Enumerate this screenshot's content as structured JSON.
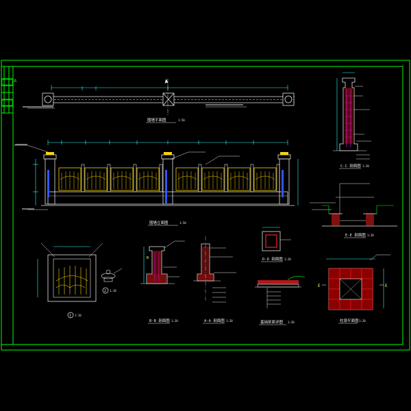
{
  "sheet": {
    "border_color": "#00ff00",
    "background": "#000000",
    "title_block_marker": "A"
  },
  "labels": {
    "plan_title": "围墙平面图",
    "plan_scale": "1:50",
    "elevation_title": "围墙立面图",
    "elevation_scale": "1:50",
    "detail1_num": "1",
    "detail1_scale": "1:10",
    "detail2_num": "2",
    "detail2_scale": "1:10",
    "section_bb_title": "B-B 剖面图",
    "section_bb_scale": "1:20",
    "section_aa_title": "A-A 剖面图",
    "section_aa_scale": "1:20",
    "section_dd_title": "D-D 剖面图",
    "section_dd_scale": "1:20",
    "foundation_title": "基础剖面详图",
    "foundation_scale": "1:20",
    "section_cc_title": "C-C 剖面图",
    "section_cc_scale": "1:20",
    "section_ee_title": "E-E 剖面图",
    "section_ee_scale": "1:20",
    "pillar_plan_title": "柱墩平面图",
    "pillar_plan_scale": "1:20",
    "mark_a": "A",
    "mark_b": "B",
    "mark_e_left": "E",
    "mark_e_right": "E"
  },
  "colors": {
    "line": "#e8e8e8",
    "dim": "#33ffff",
    "railing": "#ffd700",
    "blue": "#3355ff",
    "red": "#ff2020",
    "magenta": "#ff00ff",
    "green": "#00ff00"
  }
}
